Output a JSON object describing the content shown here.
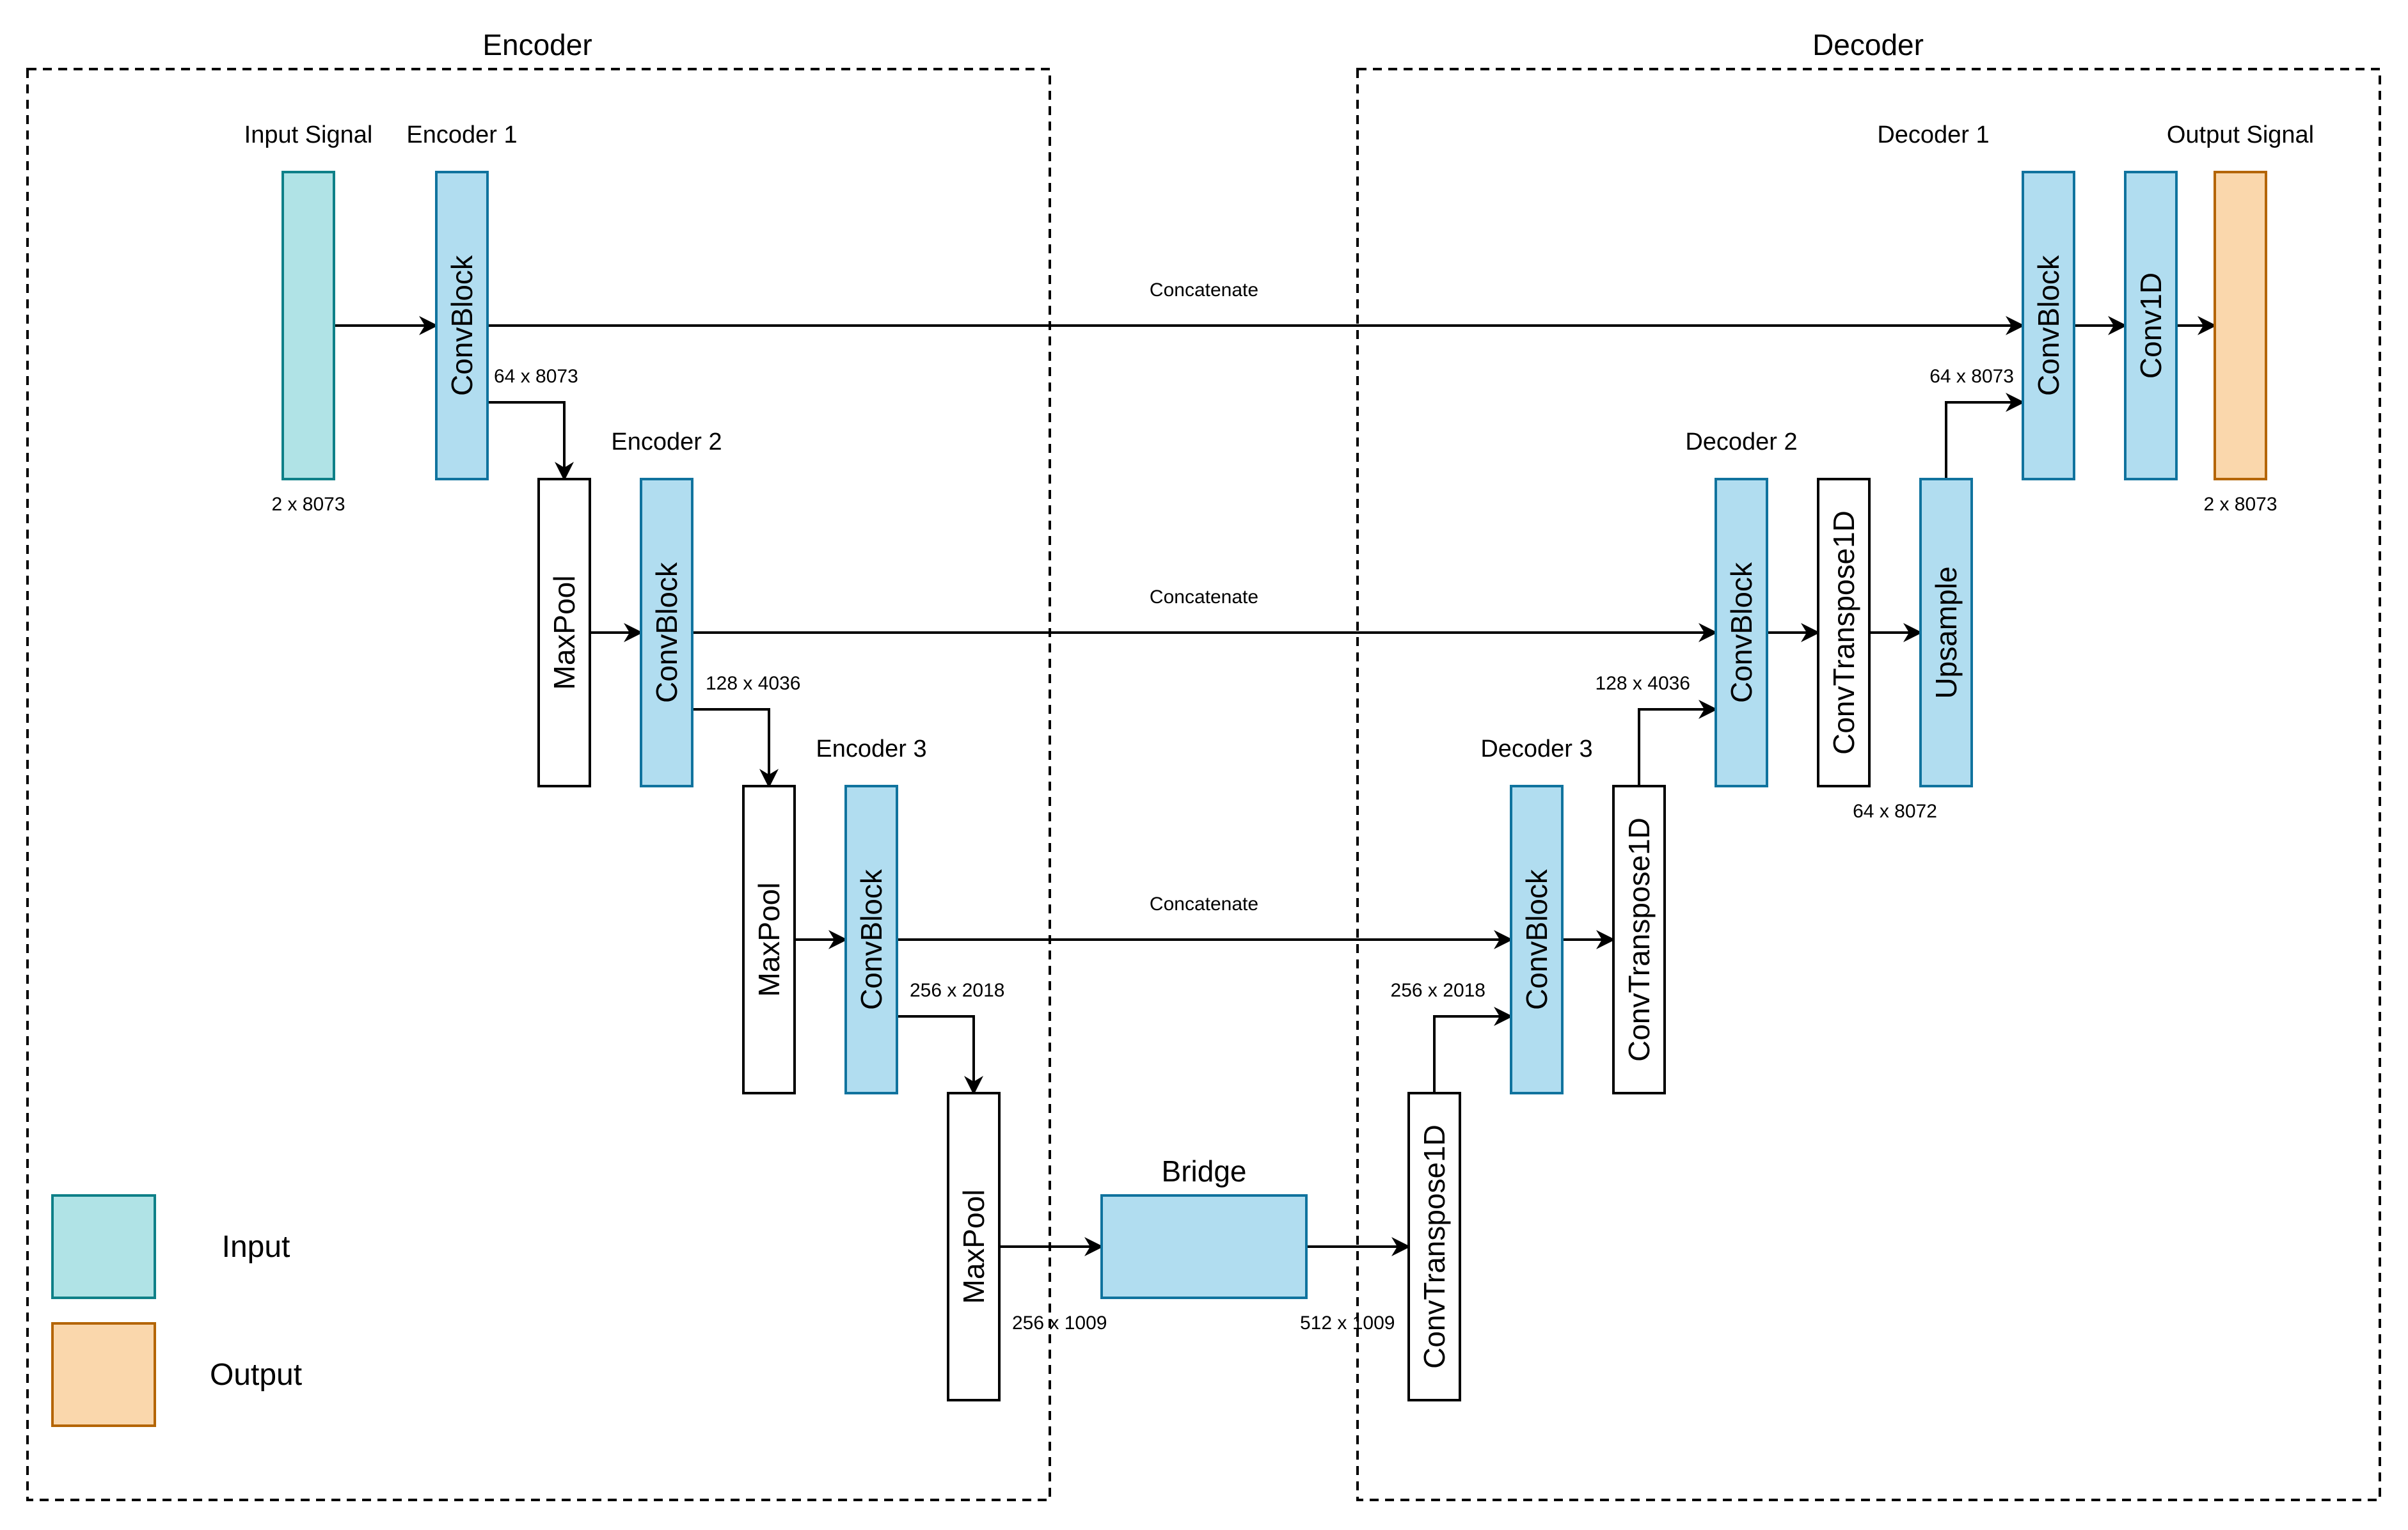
{
  "sections": {
    "encoder": "Encoder",
    "decoder": "Decoder"
  },
  "headers": {
    "input_signal": "Input Signal",
    "encoder_1": "Encoder 1",
    "encoder_2": "Encoder 2",
    "encoder_3": "Encoder 3",
    "bridge": "Bridge",
    "decoder_3": "Decoder 3",
    "decoder_2": "Decoder 2",
    "decoder_1": "Decoder 1",
    "output_signal": "Output Signal"
  },
  "blocks": {
    "convblock": "ConvBlock",
    "maxpool": "MaxPool",
    "convtranspose": "ConvTranspose1D",
    "upsample": "Upsample",
    "conv1d": "Conv1D"
  },
  "edges": {
    "concatenate": "Concatenate"
  },
  "dims": {
    "input": "2 x 8073",
    "enc1": "64 x 8073",
    "enc2": "128 x 4036",
    "enc3": "256 x 2018",
    "pool3": "256 x 1009",
    "bridge_out": "512 x 1009",
    "dec3_skip": "256 x 2018",
    "dec2_skip": "128 x 4036",
    "dec1_up": "64 x 8072",
    "dec1_skip": "64 x 8073",
    "output": "2 x 8073"
  },
  "legend": {
    "input": "Input",
    "output": "Output"
  },
  "colors": {
    "input_fill": "#b0e3e6",
    "input_stroke": "#0e8088",
    "output_fill": "#fad7ac",
    "output_stroke": "#b46504",
    "conv_fill": "#b1ddf0",
    "conv_stroke": "#10739e",
    "plain_fill": "#ffffff",
    "plain_stroke": "#000000"
  }
}
